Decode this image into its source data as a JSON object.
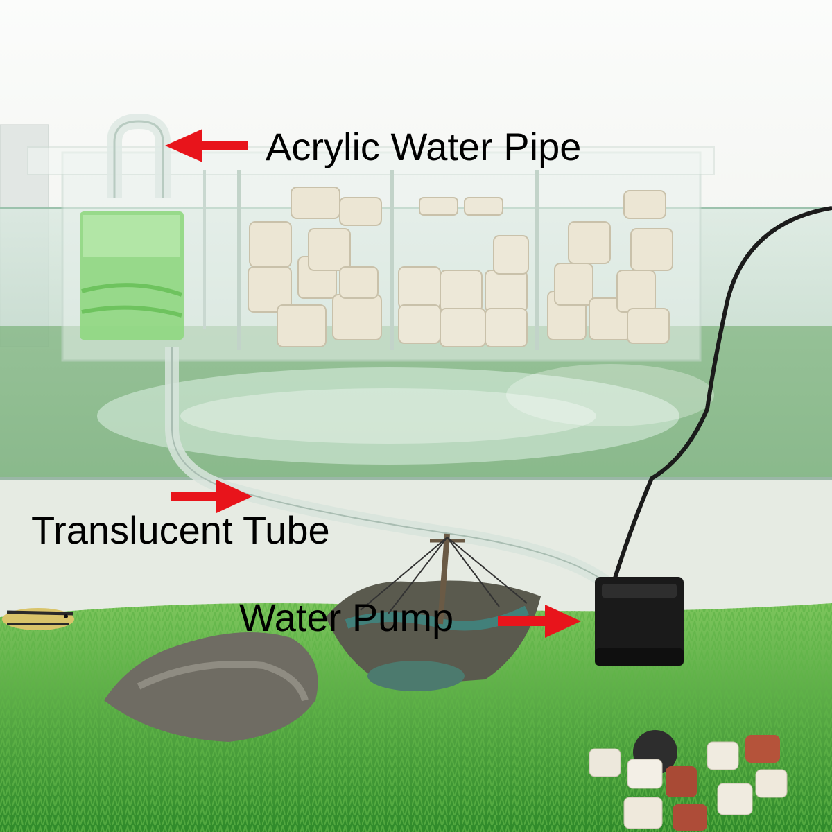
{
  "labels": {
    "acrylic_water_pipe": "Acrylic Water Pipe",
    "translucent_tube": "Translucent Tube",
    "water_pump": "Water Pump"
  },
  "colors": {
    "arrow": "#e8141b",
    "label_text": "#000000",
    "gravel_green": "#4aa83a",
    "filter_sponge": "#7fd27a",
    "ceramic_rings": "#efeadc",
    "pump_body": "#1a1a1a"
  },
  "icons": [
    "arrow-left-icon",
    "arrow-right-icon"
  ]
}
